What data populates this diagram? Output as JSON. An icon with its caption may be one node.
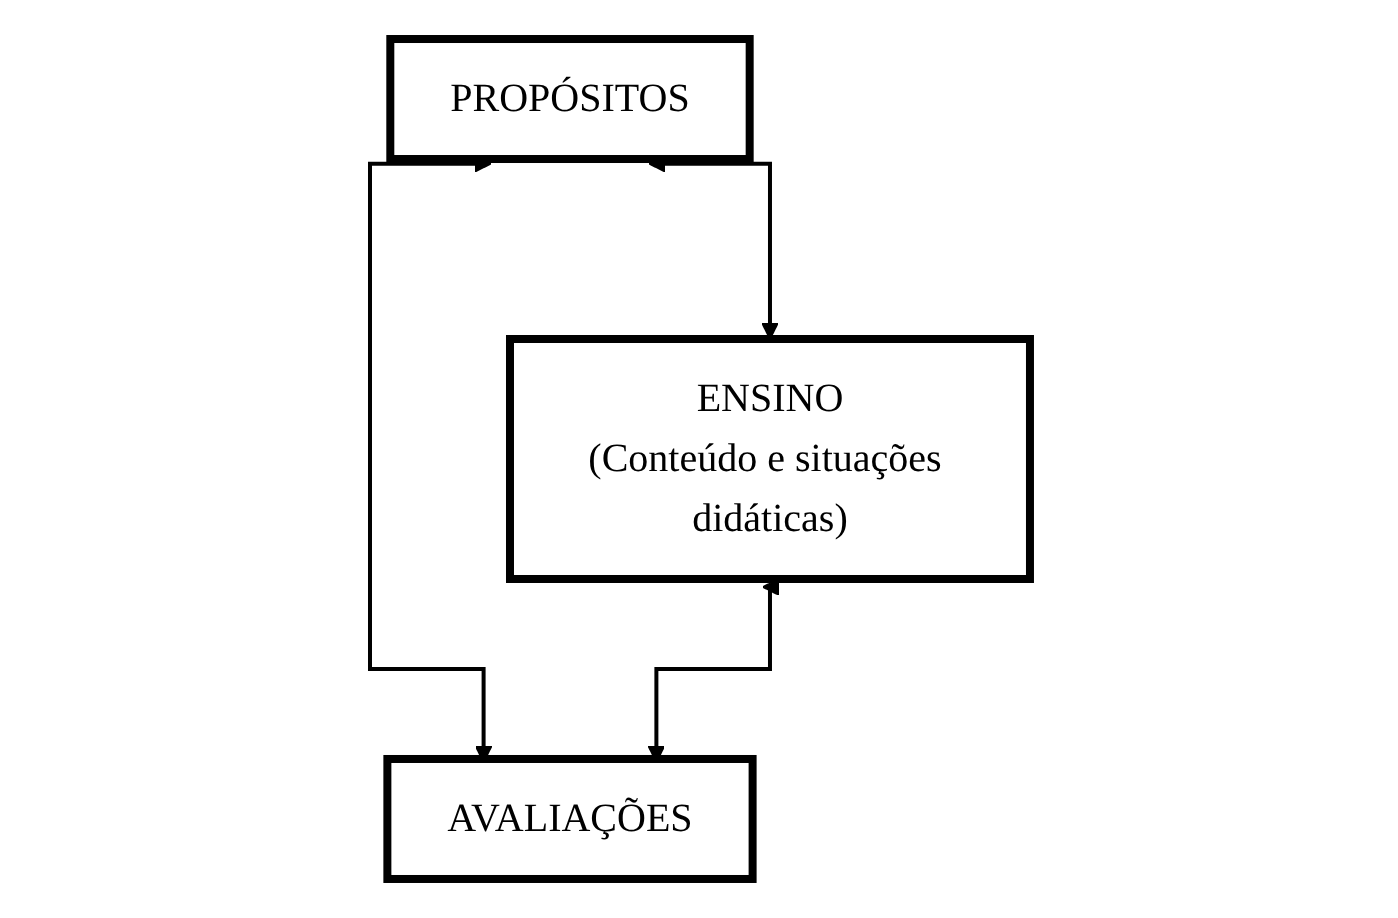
{
  "diagram": {
    "nodes": [
      {
        "text": [
          "PROPÓSITOS"
        ]
      },
      {
        "text": [
          "ENSINO",
          "(Conteúdo e situações didáticas)"
        ]
      },
      {
        "text": [
          "AVALIAÇÕES"
        ]
      }
    ],
    "edges": [
      {
        "from": 0,
        "to": 1,
        "arrow": "both"
      },
      {
        "from": 0,
        "to": 2,
        "arrow": "both"
      },
      {
        "from": 1,
        "to": 2,
        "arrow": "both"
      }
    ]
  }
}
